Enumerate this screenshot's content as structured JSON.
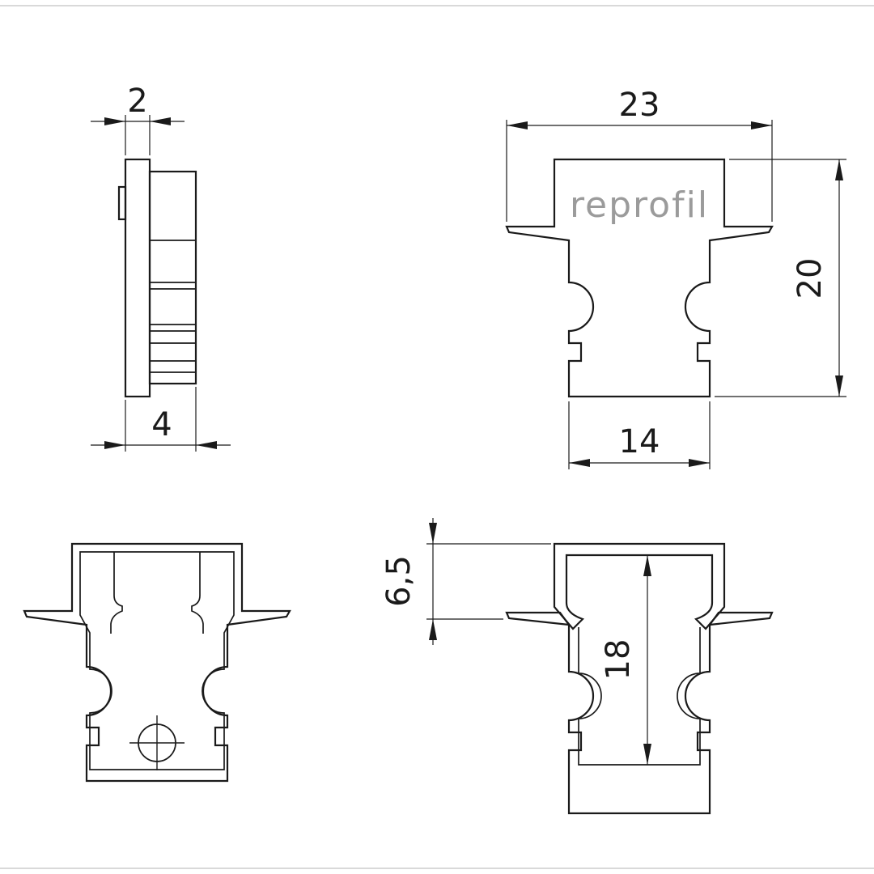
{
  "drawing": {
    "brand_logo": "reprofil",
    "views": {
      "side_view": {
        "dim_thickness": "2",
        "dim_depth": "4"
      },
      "front_view": {
        "dim_width": "23",
        "dim_height": "20",
        "dim_body_width": "14"
      },
      "section_view": {
        "dim_top_depth": "6,5",
        "dim_inner_depth": "18"
      }
    },
    "colors": {
      "line": "#1a1a1a",
      "section_fill": "#7f7f7f",
      "logo": "#9b9b9b",
      "frame_line": "#d9d9d9"
    }
  }
}
